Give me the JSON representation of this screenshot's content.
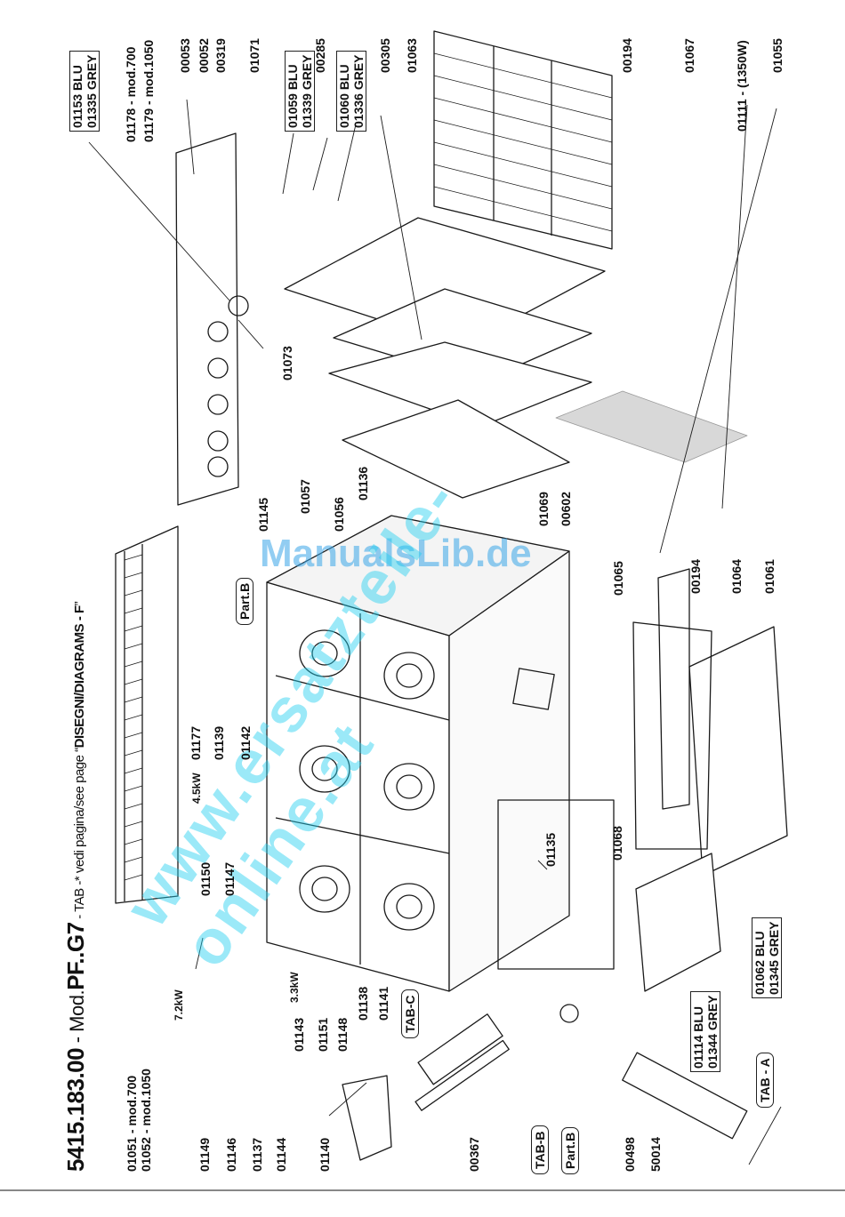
{
  "title": {
    "code": "5415.183.00",
    "dash1": " - ",
    "mod_prefix": "Mod.",
    "model": "PF..G7",
    "dash2": " - ",
    "tab_ref": "TAB -* vedi pagina/see page “",
    "tab_target": "DISEGNI/DIAGRAMS - F",
    "tab_end": "”"
  },
  "watermarks": {
    "manualslib": "ManualsLib.de",
    "diagonal": "www.ersatzteile-online.at"
  },
  "labels": {
    "l01051": "01051 - mod.700",
    "l01052": "01052 - mod.1050",
    "l01149": "01149",
    "l01146": "01146",
    "l01137": "01137",
    "l01144": "01144",
    "l01140": "01140",
    "l00367": "00367",
    "tab_b": "TAB-B",
    "part_b_bottom": "Part.B",
    "l00498": "00498",
    "l50014": "50014",
    "l01114": "01114 BLU",
    "l01344": "01344 GREY",
    "tab_a": "TAB - A",
    "l01062": "01062 BLU",
    "l01345": "01345 GREY",
    "kw72": "7.2kW",
    "kw45": "4.5kW",
    "kw33": "3.3kW",
    "l01143": "01143",
    "l01151": "01151",
    "l01148": "01148",
    "l01138": "01138",
    "l01141": "01141",
    "tab_c": "TAB-C",
    "l01150": "01150",
    "l01147": "01147",
    "l01177": "01177",
    "l01139": "01139",
    "l01142": "01142",
    "part_b_top": "Part.B",
    "l01145": "01145",
    "l01057": "01057",
    "l01056": "01056",
    "l01136": "01136",
    "l01069": "01069",
    "l00602": "00602",
    "l01065": "01065",
    "l01068": "01068",
    "l01135": "01135",
    "l01073": "01073",
    "l01153": "01153 BLU",
    "l01335": "01335 GREY",
    "l01178": "01178 - mod.700",
    "l01179": "01179 - mod.1050",
    "l00053": "00053",
    "l00052": "00052",
    "l00319": "00319",
    "l01071": "01071",
    "l01059": "01059 BLU",
    "l01339": "01339 GREY",
    "l00285": "00285",
    "l01060": "01060 BLU",
    "l01336": "01336 GREY",
    "l00305": "00305",
    "l01063": "01063",
    "l00194a": "00194",
    "l01067": "01067",
    "l01111": "01111 - (1350W)",
    "l01055": "01055",
    "l00194b": "00194",
    "l01064": "01064",
    "l01061": "01061"
  },
  "colors": {
    "line": "#1a1a1a",
    "shade": "#d8d8d8",
    "watermark_blue": "#3aa6e8",
    "watermark_cyan": "#23d0f0"
  }
}
